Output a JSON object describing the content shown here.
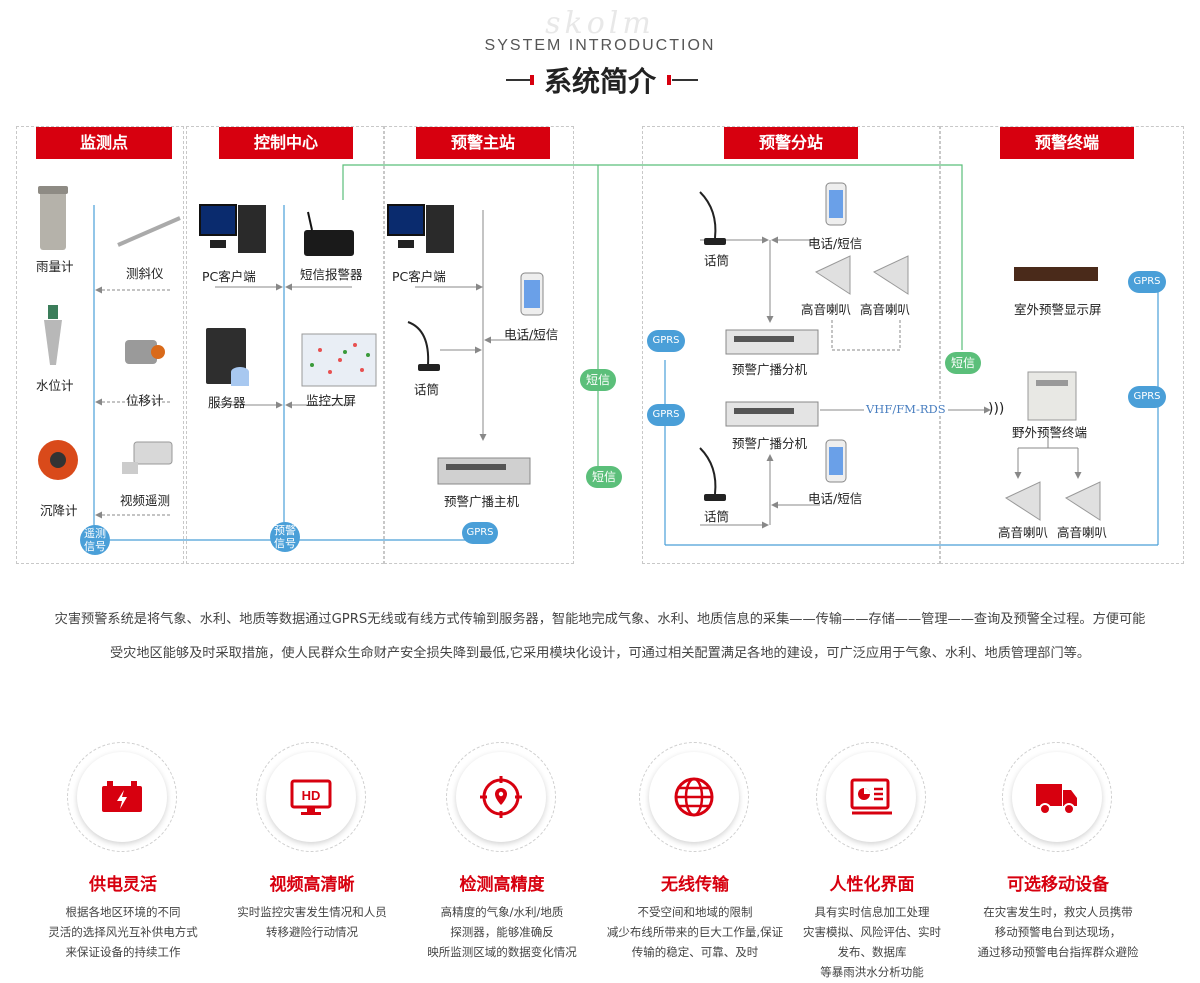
{
  "header": {
    "watermark": "skolm",
    "english": "SYSTEM INTRODUCTION",
    "title": "系统简介"
  },
  "columns": [
    {
      "name": "监测点"
    },
    {
      "name": "控制中心"
    },
    {
      "name": "预警主站"
    },
    {
      "name": "预警分站"
    },
    {
      "name": "预警终端"
    }
  ],
  "devices": {
    "rain_gauge": "雨量计",
    "inclinometer": "测斜仪",
    "water_level": "水位计",
    "displacement": "位移计",
    "settlement": "沉降计",
    "video": "视频遥测",
    "pc_client_center": "PC客户端",
    "sms_alarm": "短信报警器",
    "server": "服务器",
    "monitor_screen": "监控大屏",
    "pc_client_main": "PC客户端",
    "phone_main": "电话/短信",
    "mic_main": "话筒",
    "broadcast_host": "预警广播主机",
    "mic_sub_top": "话筒",
    "phone_sub_top": "电话/短信",
    "horn_sub_1": "高音喇叭",
    "horn_sub_2": "高音喇叭",
    "sub_broadcast_1": "预警广播分机",
    "sub_broadcast_2": "预警广播分机",
    "phone_sub_bottom": "电话/短信",
    "mic_sub_bottom": "话筒",
    "outdoor_display": "室外预警显示屏",
    "field_terminal": "野外预警终端",
    "horn_term_1": "高音喇叭",
    "horn_term_2": "高音喇叭"
  },
  "badges": {
    "remote_signal_1": "遥测",
    "remote_signal_2": "信号",
    "warn_signal_1": "预警",
    "warn_signal_2": "信号",
    "vhf": "VHF/FM-RDS",
    "gprs": "GPRS",
    "sms": "短信"
  },
  "paragraph": {
    "line1": "灾害预警系统是将气象、水利、地质等数据通过GPRS无线或有线方式传输到服务器，智能地完成气象、水利、地质信息的采集——传输——存储——管理——查询及预警全过程。方便可能",
    "line2": "受灾地区能够及时采取措施，使人民群众生命财产安全损失降到最低,它采用模块化设计，可通过相关配置满足各地的建设，可广泛应用于气象、水利、地质管理部门等。"
  },
  "features": [
    {
      "icon": "battery-icon",
      "title": "供电灵活",
      "desc": [
        "根据各地区环境的不同",
        "灵活的选择风光互补供电方式",
        "来保证设备的持续工作"
      ]
    },
    {
      "icon": "hd-monitor-icon",
      "title": "视频高清晰",
      "desc": [
        "实时监控灾害发生情况和人员",
        "转移避险行动情况"
      ]
    },
    {
      "icon": "location-target-icon",
      "title": "检测高精度",
      "desc": [
        "高精度的气象/水利/地质",
        "探测器，能够准确反",
        "映所监测区域的数据变化情况"
      ]
    },
    {
      "icon": "globe-icon",
      "title": "无线传输",
      "desc": [
        "不受空间和地域的限制",
        "减少布线所带来的巨大工作量,保证",
        "传输的稳定、可靠、及时"
      ]
    },
    {
      "icon": "dashboard-icon",
      "title": "人性化界面",
      "desc": [
        "具有实时信息加工处理",
        "灾害模拟、风险评估、实时",
        "发布、数据库",
        "等暴雨洪水分析功能"
      ]
    },
    {
      "icon": "truck-icon",
      "title": "可选移动设备",
      "desc": [
        "在灾害发生时，救灾人员携带",
        "移动预警电台到达现场，",
        "通过移动预警电台指挥群众避险"
      ]
    }
  ],
  "colors": {
    "accent": "#d7000f",
    "line_blue": "#4a9fd8",
    "line_green": "#5bbf7a"
  }
}
